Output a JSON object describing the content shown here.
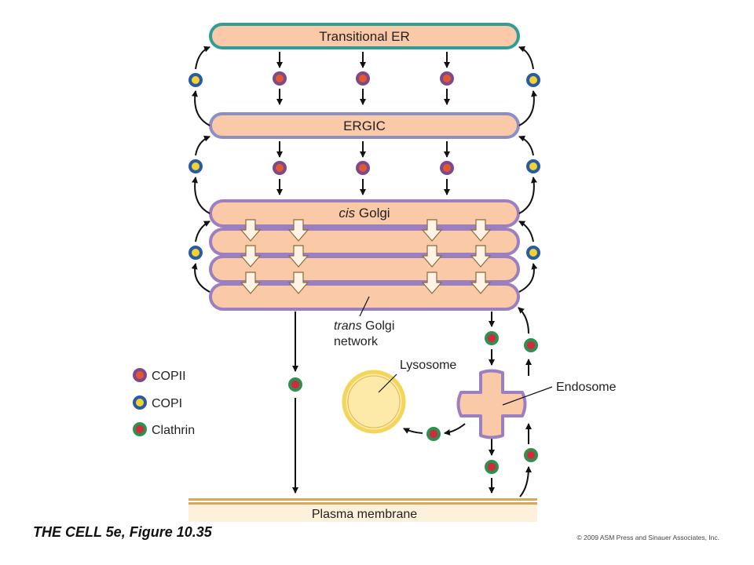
{
  "compartments": {
    "transitional_er": "Transitional ER",
    "ergic": "ERGIC",
    "cis_golgi_italic": "cis",
    "cis_golgi_rest": " Golgi",
    "trans_golgi_italic": "trans",
    "trans_golgi_rest": " Golgi",
    "trans_golgi_line2": "network",
    "lysosome": "Lysosome",
    "endosome": "Endosome",
    "plasma_membrane": "Plasma membrane"
  },
  "legend": [
    {
      "label": "COPII",
      "ring": "#7b4a8b",
      "core": "#e4572e"
    },
    {
      "label": "COPI",
      "ring": "#2a5aa6",
      "core": "#f2d22e"
    },
    {
      "label": "Clathrin",
      "ring": "#2f8f4e",
      "core": "#d7263d"
    }
  ],
  "colors": {
    "cisterna_fill": "#f9c9a8",
    "er_border": "#2f9e96",
    "ergic_border": "#8a8fc4",
    "golgi_border": "#9b7fbf",
    "lysosome_fill": "#fde9a8",
    "lysosome_border": "#f2d65a",
    "membrane": "#f0c27a"
  },
  "caption": {
    "title": "THE CELL 5e",
    "figure": ", Figure 10.35",
    "copyright": "© 2009 ASM Press and Sinauer Associates, Inc."
  }
}
